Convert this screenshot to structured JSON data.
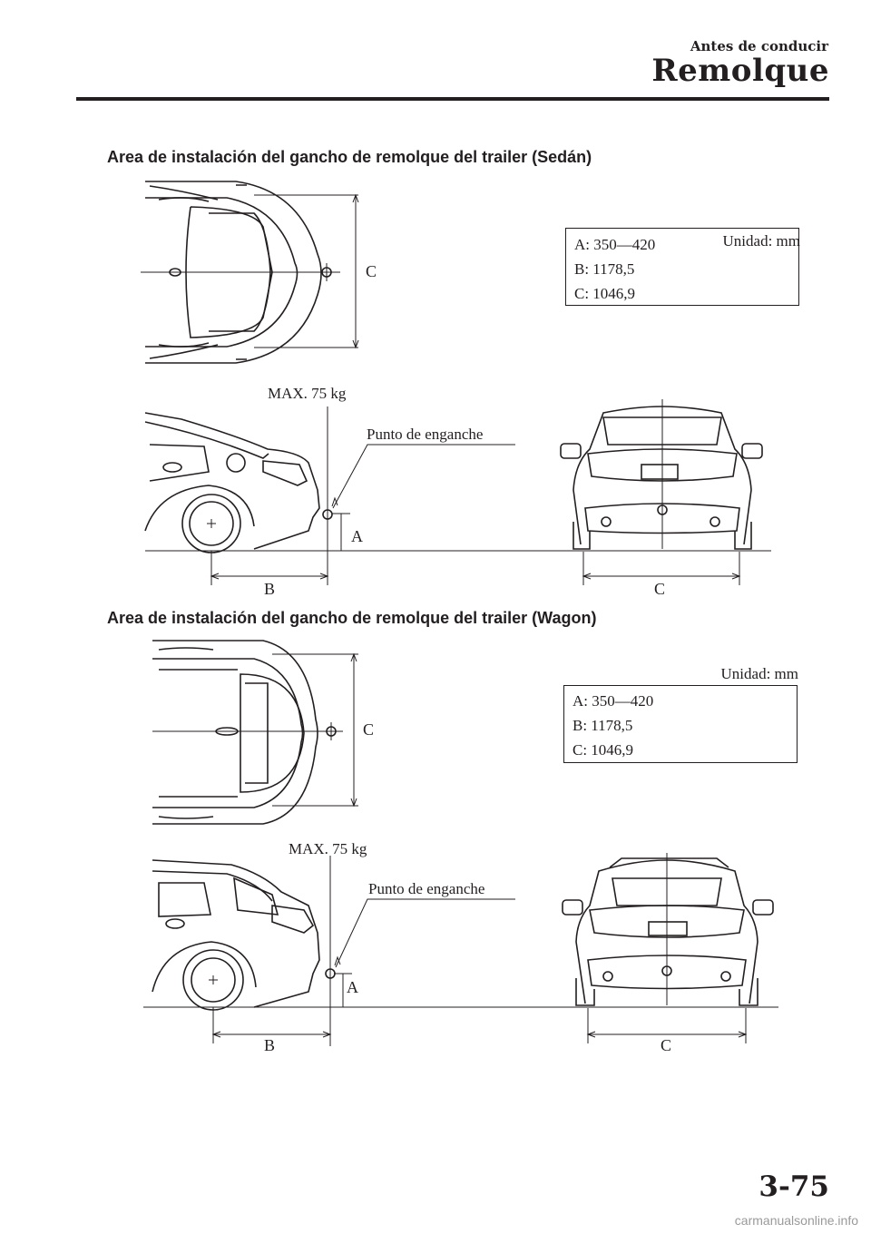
{
  "header": {
    "chapter": "Antes de conducir",
    "section": "Remolque"
  },
  "sections": [
    {
      "title": "Area de instalación del gancho de remolque del trailer (Sedán)",
      "unit_label": "Unidad: mm",
      "specs": [
        "A: 350—420",
        "B: 1178,5",
        "C: 1046,9"
      ],
      "labels": {
        "max_load": "MAX. 75 kg",
        "hitch_point": "Punto de enganche",
        "dim_a": "A",
        "dim_b": "B",
        "dim_c": "C"
      }
    },
    {
      "title": "Area de instalación del gancho de remolque del trailer (Wagon)",
      "unit_label": "Unidad: mm",
      "specs": [
        "A: 350—420",
        "B: 1178,5",
        "C: 1046,9"
      ],
      "labels": {
        "max_load": "MAX. 75 kg",
        "hitch_point": "Punto de enganche",
        "dim_a": "A",
        "dim_b": "B",
        "dim_c": "C"
      }
    }
  ],
  "page_number": "3-75",
  "watermark": "carmanualsonline.info"
}
